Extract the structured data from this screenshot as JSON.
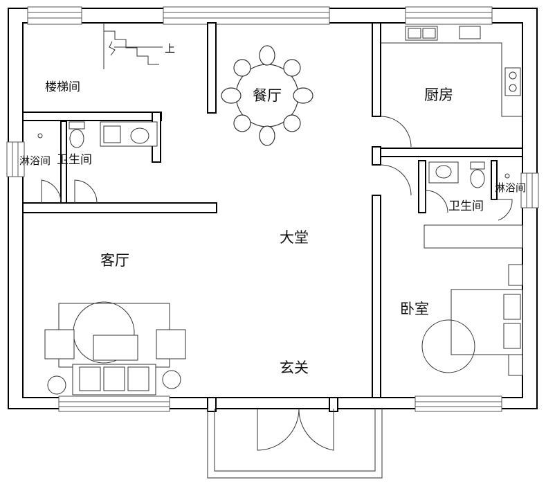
{
  "rooms": {
    "stairwell": "楼梯间",
    "stair_up": "上",
    "dining": "餐厅",
    "kitchen": "厨房",
    "shower_left": "淋浴间",
    "toilet_left": "卫生间",
    "hall": "大堂",
    "living": "客厅",
    "shower_right": "淋浴间",
    "toilet_right": "卫生间",
    "bedroom": "卧室",
    "entry": "玄关"
  }
}
